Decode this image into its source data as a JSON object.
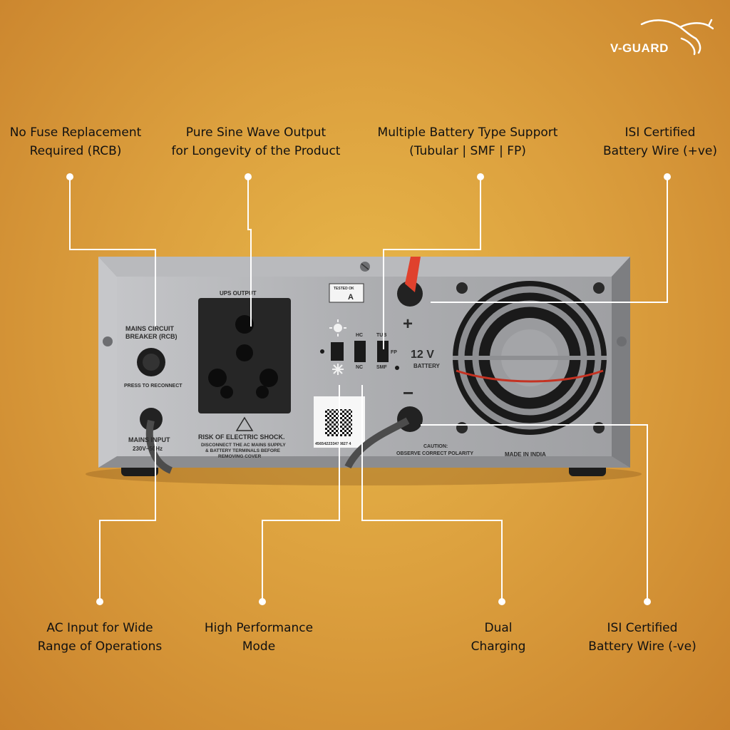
{
  "brand": {
    "name": "V-GUARD",
    "logo_icon": "kangaroo-icon"
  },
  "callouts_top": [
    {
      "line1": "No Fuse Replacement",
      "line2": "Required (RCB)"
    },
    {
      "line1": "Pure Sine Wave Output",
      "line2": "for Longevity of the Product"
    },
    {
      "line1": "Multiple Battery Type Support",
      "line2": "(Tubular | SMF | FP)"
    },
    {
      "line1": "ISI Certified",
      "line2": "Battery Wire (+ve)"
    }
  ],
  "callouts_bottom": [
    {
      "line1": "AC Input for Wide",
      "line2": "Range of Operations"
    },
    {
      "line1": "High Performance",
      "line2": "Mode"
    },
    {
      "line1": "Dual",
      "line2": "Charging"
    },
    {
      "line1": "ISI Certified",
      "line2": "Battery Wire (-ve)"
    }
  ],
  "device": {
    "ups_output": "UPS OUTPUT",
    "mains_cb_1": "MAINS CIRCUIT",
    "mains_cb_2": "BREAKER (RCB)",
    "press_reconnect": "PRESS TO RECONNECT",
    "mains_input": "MAINS INPUT",
    "mains_rating": "230V~50Hz",
    "risk_title": "RISK OF ELECTRIC SHOCK.",
    "risk_1": "DISCONNECT THE AC MAINS SUPPLY",
    "risk_2": "& BATTERY TERMINALS BEFORE",
    "risk_3": "REMOVING COVER",
    "tested_ok": "TESTED OK",
    "grade": "A",
    "hc": "HC",
    "nc": "NC",
    "tub": "TUB",
    "fp": "FP",
    "smf": "SMF",
    "voltage": "12 V",
    "battery": "BATTERY",
    "plus": "+",
    "minus": "−",
    "serial": "456542233470827 4",
    "caution": "CAUTION:",
    "polarity": "OBSERVE CORRECT POLARITY",
    "made_in": "MADE IN INDIA"
  },
  "colors": {
    "background": "#dca03e",
    "callout_line": "#ffffff",
    "panel": "#a9aaad",
    "socket": "#2a2a2a"
  }
}
